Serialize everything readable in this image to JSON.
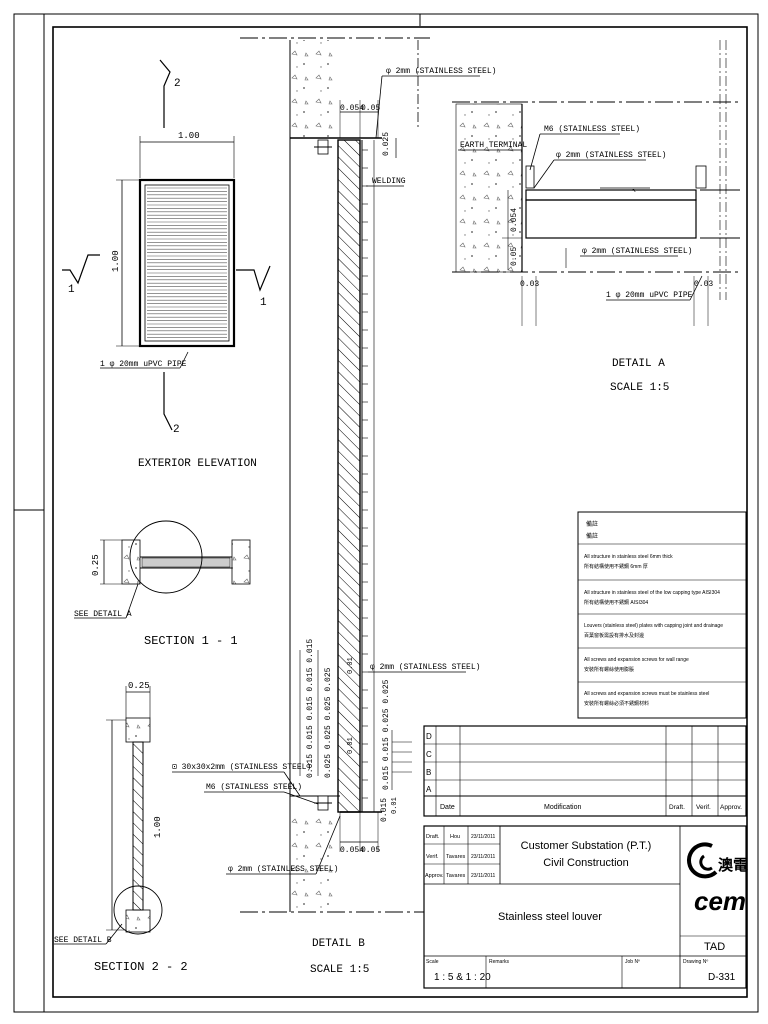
{
  "exterior_elevation": {
    "title": "EXTERIOR ELEVATION",
    "dim_width": "1.00",
    "dim_height": "1.00",
    "pipe_note": "1 φ 20mm uPVC PIPE",
    "section_mark_1": "1",
    "section_mark_2": "2"
  },
  "section_1_1": {
    "title": "SECTION  1 - 1",
    "dim": "0.25",
    "detail_ref": "SEE DETAIL A"
  },
  "section_2_2": {
    "title": "SECTION  2 - 2",
    "dim_top": "0.25",
    "dim_height": "1.00",
    "detail_ref": "SEE DETAIL B"
  },
  "detail_a": {
    "title": "DETAIL A",
    "scale": "SCALE 1:5",
    "notes": [
      "M6 (STAINLESS STEEL)",
      "EARTH TERMINAL",
      "φ 2mm (STAINLESS STEEL)",
      "φ 2mm (STAINLESS STEEL)",
      "1 φ 20mm uPVC PIPE"
    ],
    "dims": [
      "0.054",
      "0.05",
      "0.03",
      "0.03"
    ]
  },
  "detail_b": {
    "title": "DETAIL B",
    "scale": "SCALE 1:5",
    "notes": [
      "φ 2mm (STAINLESS STEEL)",
      "WELDING",
      "φ 2mm (STAINLESS STEEL)",
      "⊡ 30x30x2mm (STAINLESS STEEL)",
      "M6 (STAINLESS STEEL)",
      "φ 2mm (STAINLESS STEEL)"
    ],
    "dims_top": [
      "0.054",
      "0.05",
      "0.025"
    ],
    "dims_bottom": [
      "0.054",
      "0.05"
    ],
    "dim_chain_left": "0.015 0.015 0.015 0.015 0.015",
    "dim_chain_mid": "0.025 0.025 0.025 0.025",
    "dim_chain_right": "0.015 0.015 0.025 0.025",
    "dim_small_1": "0.01",
    "dim_small_2": "0.01",
    "dim_bottom_right": "0.015",
    "dim_bottom_right_2": "0.01"
  },
  "notes_box": {
    "title": "備註",
    "subtitle": "備註",
    "items": [
      {
        "en": "All structure in stainless steel 6mm thick",
        "zh": "所有結構使用不銹鋼 6mm 厚"
      },
      {
        "en": "All structure in stainless steel of the low capping type AISI304",
        "zh": "所有結構使用不銹鋼 AISI304"
      },
      {
        "en": "Louvers (stainless steel) plates with capping joint and drainage",
        "zh": "百葉窗板需設有排水及封邊"
      },
      {
        "en": "All screws and expansion screws for wall range",
        "zh": "安裝所有螺絲使用膨脹"
      },
      {
        "en": "All screws and expansion screws must be stainless steel",
        "zh": "安裝所有螺絲必須不銹鋼材料"
      }
    ]
  },
  "revision_table": {
    "rows": [
      "D",
      "C",
      "B",
      "A"
    ],
    "headers": {
      "date": "Date",
      "modification": "Modification",
      "draft": "Draft.",
      "verif": "Verif.",
      "approv": "Approv."
    }
  },
  "title_block": {
    "roles": [
      {
        "label": "Draft.",
        "name": "Hou",
        "date": "23/11/2011"
      },
      {
        "label": "Verif.",
        "name": "Tavares",
        "date": "23/11/2011"
      },
      {
        "label": "Approv.",
        "name": "Tavares",
        "date": "23/11/2011"
      }
    ],
    "project_line1": "Customer Substation (P.T.)",
    "project_line2": "Civil Construction",
    "drawing_title": "Stainless steel louver",
    "logo_zh": "澳電",
    "logo_en": "cem",
    "dept": "TAD",
    "scale_label": "Scale",
    "scale_value": "1 : 5 & 1 : 20",
    "remarks_label": "Remarks",
    "job_label": "Job Nº",
    "drawing_no_label": "Drawing Nº",
    "drawing_no": "D-331"
  },
  "colors": {
    "line": "#000000",
    "accent_gray": "#888888"
  }
}
